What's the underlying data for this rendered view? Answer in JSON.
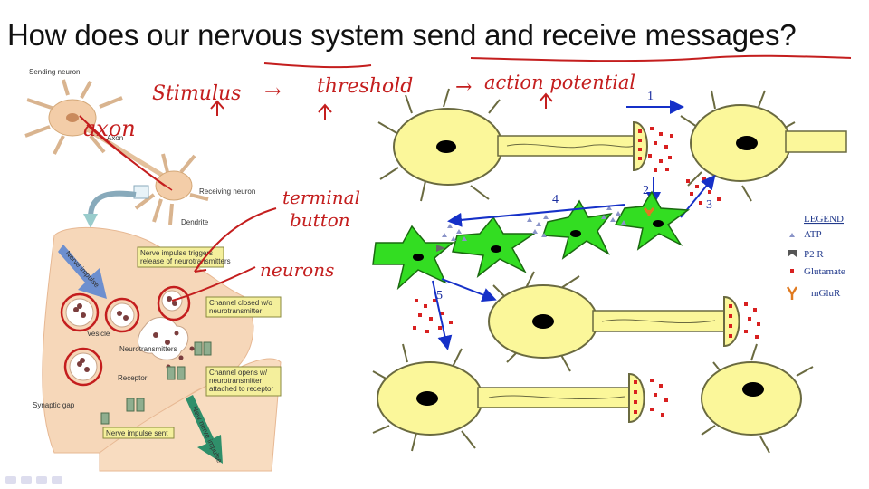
{
  "slide": {
    "title": "How does our nervous system send and receive messages?"
  },
  "left_figure": {
    "sending_neuron": "Sending neuron",
    "axon": "Axon",
    "receiving_neuron": "Receiving neuron",
    "dendrite": "Dendrite",
    "nerve_impulse": "Nerve impulse",
    "callout_triggers_1": "Nerve impulse triggers",
    "callout_triggers_2": "release of neurotransmitters",
    "callout_closed_1": "Channel closed w/o",
    "callout_closed_2": "neurotransmitter",
    "vesicle": "Vesicle",
    "neurotransmitters": "Neurotransmitters",
    "receptor": "Receptor",
    "callout_opens_1": "Channel opens w/",
    "callout_opens_2": "neurotransmitter",
    "callout_opens_3": "attached to receptor",
    "synaptic_gap": "Synaptic gap",
    "nerve_impulse_sent": "Nerve impulse sent",
    "new_nerve_impulse": "New nerve impulse"
  },
  "right_figure": {
    "step_1": "1",
    "step_2": "2",
    "step_3": "3",
    "step_4": "4",
    "step_5": "5",
    "legend": {
      "title": "LEGEND",
      "atp": "ATP",
      "p2r": "P2 R",
      "glutamate": "Glutamate",
      "mglur": "mGluR"
    }
  },
  "annotations": {
    "stimulus": "Stimulus",
    "arrow_1": "→",
    "threshold": "threshold",
    "arrow_2": "→",
    "action_potential": "action potential",
    "axon": "axon",
    "terminal_1": "terminal",
    "terminal_2": "button",
    "neurons": "neurons"
  },
  "colors": {
    "cell_fill": "#fbf79a",
    "glia_fill": "#33dd22",
    "arrow_blue": "#1530c8",
    "ink_red": "#c41e1e",
    "tissue": "#f6d7b9"
  }
}
